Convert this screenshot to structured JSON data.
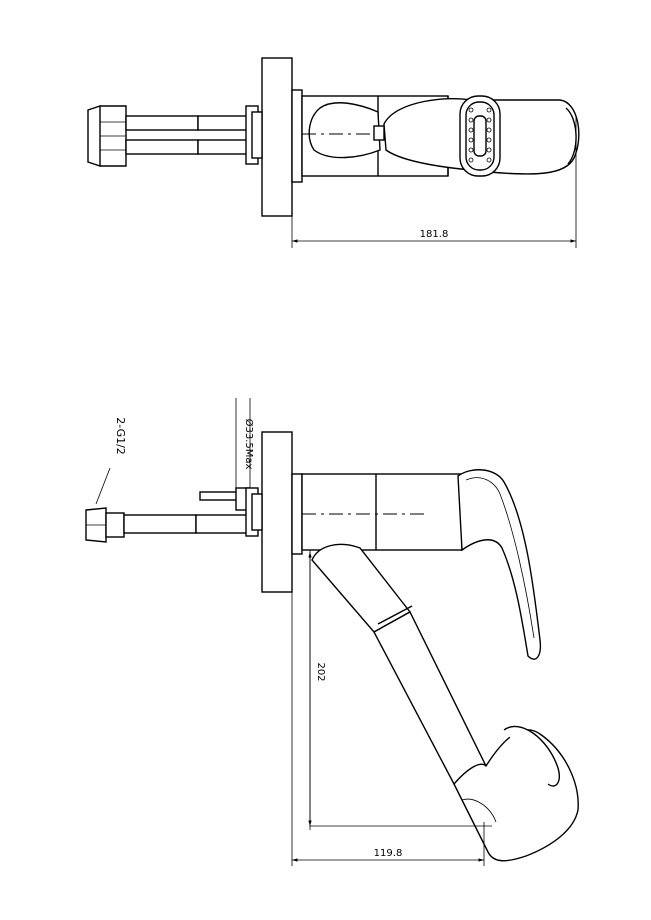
{
  "dimensions": {
    "top_width": "181.8",
    "side_height": "202",
    "side_width": "119.8",
    "hole_diameter": "Ø33.5Max",
    "hose_thread": "2-G1/2"
  }
}
